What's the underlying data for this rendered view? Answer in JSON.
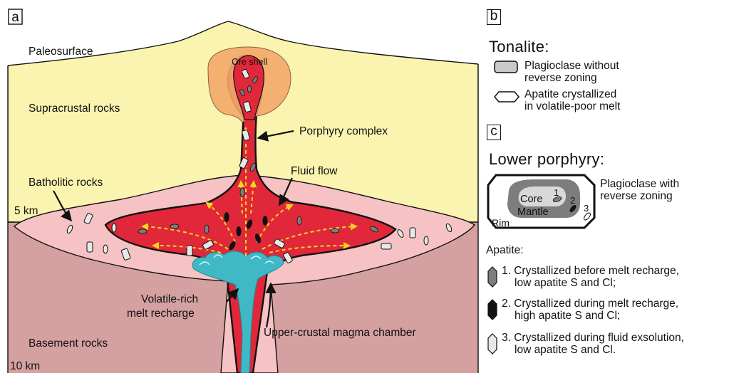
{
  "panel_a": {
    "panel_label": "a",
    "labels": {
      "paleosurface": "Paleosurface",
      "supracrustal": "Supracrustal rocks",
      "ore_shell": "Ore shell",
      "porphyry_complex": "Porphyry complex",
      "batholitic": "Batholitic rocks",
      "fluid_flow": "Fluid flow",
      "depth_5": "5 km",
      "volatile_line1": "Volatile-rich",
      "volatile_line2": "melt recharge",
      "magma_chamber": "Upper-crustal magma chamber",
      "basement": "Basement rocks",
      "depth_10": "10 km"
    },
    "colors": {
      "supracrustal": "#fbf4b0",
      "basement": "#d4a0a0",
      "batholith": "#f6c2c4",
      "magma": "#e0283a",
      "ore_shell": "#f3a96a",
      "recharge": "#3fb9c6",
      "fluid_arrows": "#f6d320"
    }
  },
  "panel_b": {
    "panel_label": "b",
    "title": "Tonalite:",
    "plagioclase_line1": "Plagioclase without",
    "plagioclase_line2": "reverse zoning",
    "apatite_line1": "Apatite crystallized",
    "apatite_line2": "in volatile-poor melt"
  },
  "panel_c": {
    "panel_label": "c",
    "title": "Lower porphyry:",
    "zoning_line1": "Plagioclase with",
    "zoning_line2": "reverse zoning",
    "core": "Core",
    "mantle": "Mantle",
    "rim": "Rim",
    "n1": "1",
    "n2": "2",
    "n3": "3",
    "apatite_heading": "Apatite:",
    "items": [
      {
        "line1": "1. Crystallized before melt recharge,",
        "line2": "low apatite S and Cl;",
        "fill": "#7d7d7d"
      },
      {
        "line1": "2. Crystallized during melt recharge,",
        "line2": "high apatite S and Cl;",
        "fill": "#111111"
      },
      {
        "line1": "3. Crystallized during fluid exsolution,",
        "line2": "low apatite S and Cl.",
        "fill": "#e8e8e8"
      }
    ]
  }
}
